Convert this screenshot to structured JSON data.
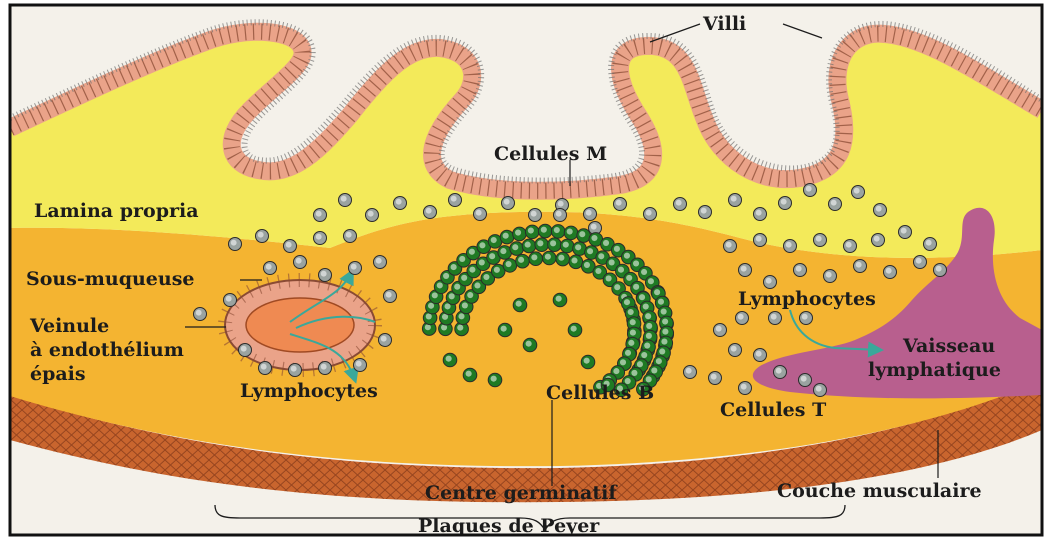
{
  "labels": {
    "villi": "Villi",
    "cellules_m": "Cellules M",
    "lamina_propria": "Lamina propria",
    "sous_muqueuse": "Sous-muqueuse",
    "veinule_line1": "Veinule",
    "veinule_line2": "à endothélium",
    "veinule_line3": "épais",
    "lymphocytes_left": "Lymphocytes",
    "lymphocytes_right": "Lymphocytes",
    "cellules_b": "Cellules B",
    "cellules_t": "Cellules T",
    "vaisseau_line1": "Vaisseau",
    "vaisseau_line2": "lymphatique",
    "centre_germinatif": "Centre germinatif",
    "couche_musculaire": "Couche musculaire",
    "plaques_de_peyer": "Plaques de Peyer"
  },
  "colors": {
    "lamina_yellow": "#f3ea5a",
    "submucosa_orange": "#f4b431",
    "epithelium_salmon": "#eaa389",
    "muscle_brown": "#c9652e",
    "b_cell_green": "#1f7a23",
    "t_cell_grey": "#9aa3a0",
    "lymph_vessel": "#b85f8e",
    "venule_core": "#ef8a52",
    "arrow_teal": "#3aa89a"
  }
}
